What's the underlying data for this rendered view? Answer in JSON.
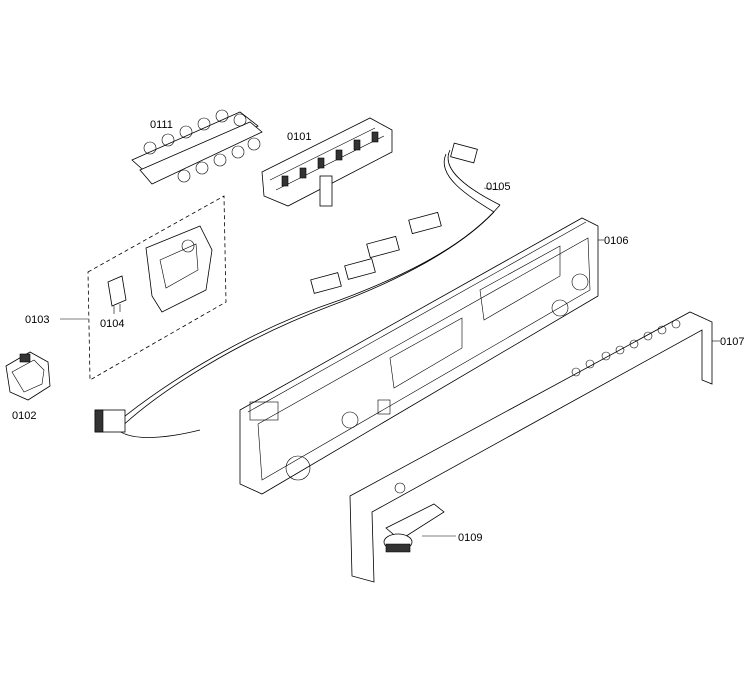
{
  "parts": {
    "p0101": "0101",
    "p0102": "0102",
    "p0103": "0103",
    "p0104": "0104",
    "p0105": "0105",
    "p0106": "0106",
    "p0107": "0107",
    "p0109": "0109",
    "p0111": "0111"
  }
}
